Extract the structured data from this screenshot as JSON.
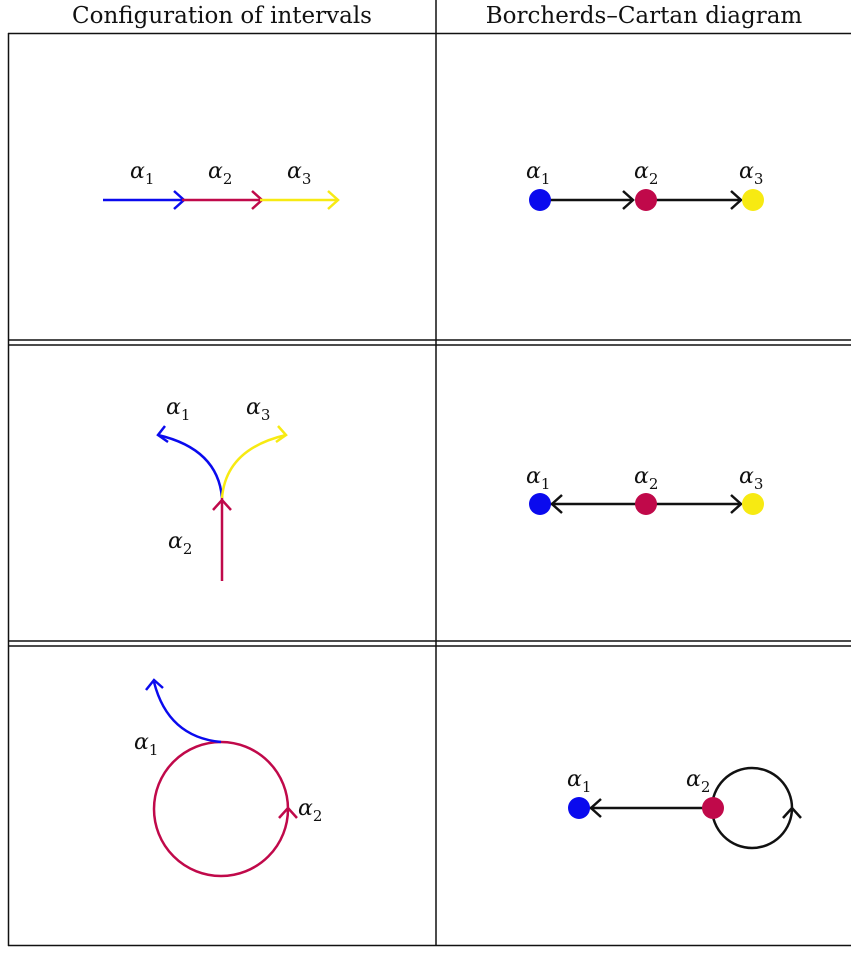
{
  "table": {
    "headers": {
      "left": "Configuration of intervals",
      "right": "Borcherds–Cartan diagram"
    }
  },
  "colors": {
    "alpha1": "#0a0aee",
    "alpha2": "#c0094a",
    "alpha3": "#f7ea12",
    "edge": "#111111"
  },
  "labels": {
    "alpha": "α",
    "sub1": "1",
    "sub2": "2",
    "sub3": "3"
  }
}
